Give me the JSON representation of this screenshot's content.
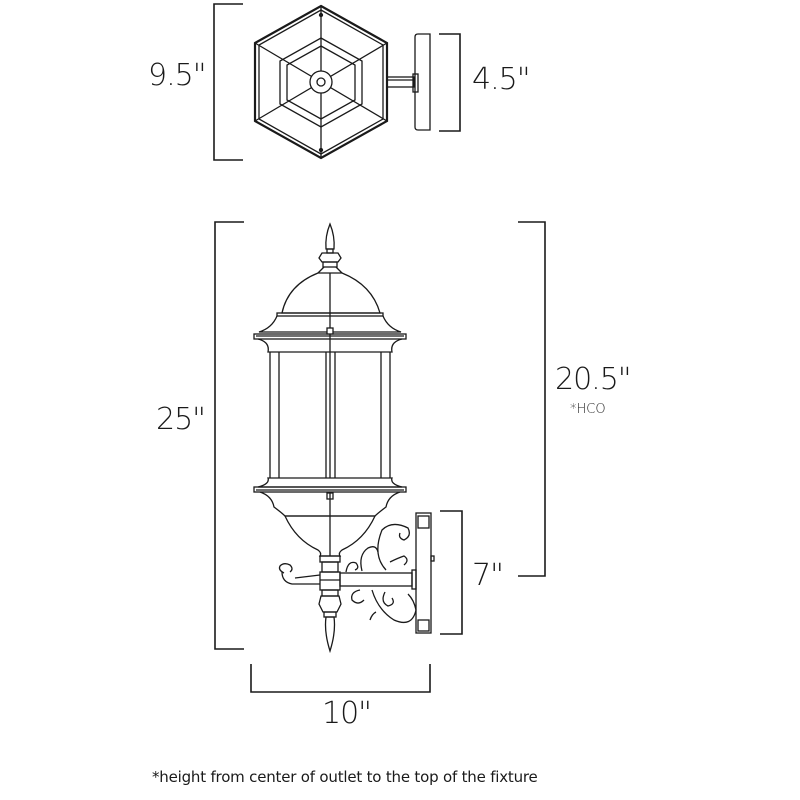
{
  "diagram": {
    "subject": "Outdoor wall lantern dimension drawing",
    "top_view": {
      "width_label": "9.5\"",
      "projection_label": "4.5\""
    },
    "side_view": {
      "height_label": "25\"",
      "hco_label": "20.5\"",
      "hco_note": "*HCO",
      "backplate_label": "7\"",
      "width_label": "10\""
    },
    "footnote": "*height from center of outlet to the top of the fixture",
    "colors": {
      "line": "#1a1a1a",
      "background": "#ffffff"
    }
  }
}
